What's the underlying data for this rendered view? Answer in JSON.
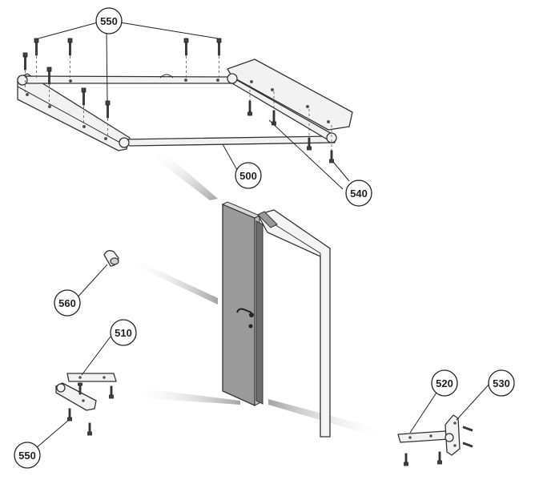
{
  "callouts": {
    "c550_top": "550",
    "c500": "500",
    "c540": "540",
    "c560": "560",
    "c510": "510",
    "c520": "520",
    "c530": "530",
    "c550_bottom": "550"
  },
  "colors": {
    "line": "#333333",
    "part_fill": "#f2f2f2",
    "door_fill": "#9a9a9a",
    "shadow": "#c8c8c8"
  }
}
